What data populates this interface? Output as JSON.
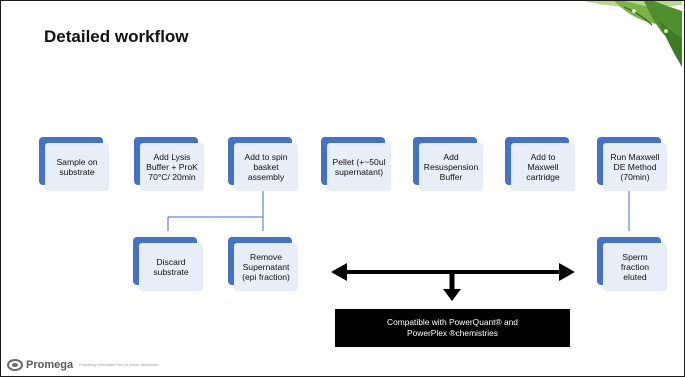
{
  "slide": {
    "title": "Detailed workflow"
  },
  "steps": [
    {
      "label": "Sample on\nsubstrate"
    },
    {
      "label": "Add Lysis\nBuffer + ProK\n70°C/ 20min"
    },
    {
      "label": "Add to spin\nbasket\nassembly"
    },
    {
      "label": "Pellet (+~50ul\nsupernatant)"
    },
    {
      "label": "Add\nResuspension\nBuffer"
    },
    {
      "label": "Add to\nMaxwell\ncartridge"
    },
    {
      "label": "Run Maxwell\nDE Method\n(70min)"
    }
  ],
  "sub_steps": [
    {
      "label": "Discard\nsubstrate"
    },
    {
      "label": "Remove\nSupernatant\n(epi fraction)"
    },
    {
      "label": "Sperm\nfraction\neluted"
    }
  ],
  "compat_note": "Compatible with PowerQuant® and\nPowerPlex ®chemistries",
  "footer": {
    "logo": "Promega",
    "disclaimer": "Proprietary information. Not for further distribution."
  },
  "colors": {
    "box_back": "#4472c4",
    "box_front": "#e8eef8",
    "connector": "#4472c4",
    "arrow": "#000000"
  }
}
